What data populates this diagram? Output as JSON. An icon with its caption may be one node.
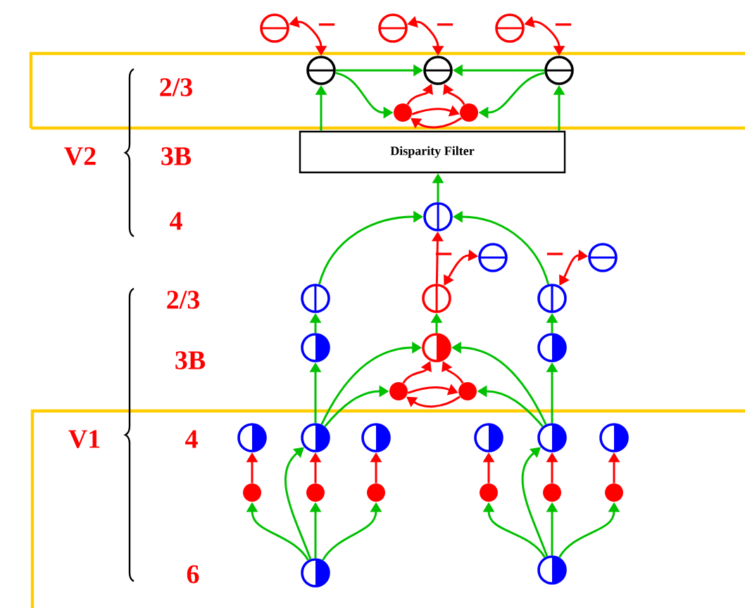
{
  "diagram": {
    "nodes": [
      {
        "text": [],
        "shape": "circle"
      },
      {
        "text": [],
        "shape": "circle"
      },
      {
        "text": [],
        "shape": "circle"
      },
      {
        "text": [],
        "shape": "circle"
      },
      {
        "text": [],
        "shape": "circle"
      },
      {
        "text": [],
        "shape": "circle"
      },
      {
        "text": [],
        "shape": "circle"
      },
      {
        "text": [],
        "shape": "circle"
      },
      {
        "text": [
          "Disparity Filter"
        ]
      },
      {
        "text": [],
        "shape": "circle"
      },
      {
        "text": [],
        "shape": "circle"
      },
      {
        "text": [],
        "shape": "circle"
      },
      {
        "text": [],
        "shape": "circle"
      },
      {
        "text": [],
        "shape": "circle"
      },
      {
        "text": [],
        "shape": "circle"
      },
      {
        "text": [],
        "shape": "circle"
      },
      {
        "text": [],
        "shape": "circle"
      },
      {
        "text": [],
        "shape": "circle"
      },
      {
        "text": [],
        "shape": "circle"
      },
      {
        "text": [],
        "shape": "circle"
      },
      {
        "text": [],
        "shape": "circle"
      },
      {
        "text": [],
        "shape": "circle"
      },
      {
        "text": [],
        "shape": "circle"
      },
      {
        "text": [],
        "shape": "circle"
      },
      {
        "text": [],
        "shape": "circle"
      },
      {
        "text": [],
        "shape": "circle"
      },
      {
        "text": [],
        "shape": "circle"
      },
      {
        "text": [],
        "shape": "circle"
      },
      {
        "text": [],
        "shape": "circle"
      },
      {
        "text": [],
        "shape": "circle"
      },
      {
        "text": [],
        "shape": "circle"
      },
      {
        "text": [],
        "shape": "circle"
      },
      {
        "text": [],
        "shape": "circle"
      },
      {
        "text": [],
        "shape": "circle"
      }
    ],
    "edges": [
      {
        "from": 5,
        "to": 0,
        "arrow": "both",
        "label": "−",
        "color": "#ff0000"
      },
      {
        "from": 6,
        "to": 1,
        "arrow": "both",
        "label": "−",
        "color": "#ff0000"
      },
      {
        "from": 7,
        "to": 2,
        "arrow": "both",
        "label": "−",
        "color": "#ff0000"
      },
      {
        "from": 0,
        "to": 1,
        "arrow": "to"
      },
      {
        "from": 2,
        "to": 1,
        "arrow": "to"
      },
      {
        "from": 0,
        "to": 3,
        "arrow": "to"
      },
      {
        "from": 2,
        "to": 4,
        "arrow": "to"
      },
      {
        "from": 3,
        "to": 1,
        "arrow": "to",
        "color": "#ff0000"
      },
      {
        "from": 4,
        "to": 1,
        "arrow": "to",
        "color": "#ff0000"
      },
      {
        "from": 3,
        "to": 4,
        "arrow": "to",
        "color": "#ff0000"
      },
      {
        "from": 4,
        "to": 3,
        "arrow": "to",
        "color": "#ff0000"
      },
      {
        "from": 8,
        "to": 0,
        "arrow": "to"
      },
      {
        "from": 8,
        "to": 2,
        "arrow": "to"
      },
      {
        "from": 9,
        "to": 8,
        "arrow": "to"
      },
      {
        "from": 10,
        "to": 9,
        "arrow": "to"
      },
      {
        "from": 12,
        "to": 9,
        "arrow": "to"
      },
      {
        "from": 11,
        "to": 9,
        "arrow": "to",
        "color": "#ff0000"
      },
      {
        "from": 13,
        "to": 11,
        "arrow": "both",
        "label": "−",
        "color": "#ff0000"
      },
      {
        "from": 14,
        "to": 12,
        "arrow": "both",
        "label": "−",
        "color": "#ff0000"
      },
      {
        "from": 15,
        "to": 10,
        "arrow": "to"
      },
      {
        "from": 16,
        "to": 11,
        "arrow": "to"
      },
      {
        "from": 17,
        "to": 12,
        "arrow": "to"
      },
      {
        "from": 21,
        "to": 15,
        "arrow": "to"
      },
      {
        "from": 24,
        "to": 17,
        "arrow": "to"
      },
      {
        "from": 21,
        "to": 16,
        "arrow": "to"
      },
      {
        "from": 24,
        "to": 16,
        "arrow": "to"
      },
      {
        "from": 21,
        "to": 18,
        "arrow": "to"
      },
      {
        "from": 24,
        "to": 19,
        "arrow": "to"
      },
      {
        "from": 18,
        "to": 16,
        "arrow": "to",
        "color": "#ff0000"
      },
      {
        "from": 19,
        "to": 16,
        "arrow": "to",
        "color": "#ff0000"
      },
      {
        "from": 18,
        "to": 19,
        "arrow": "to",
        "color": "#ff0000"
      },
      {
        "from": 19,
        "to": 18,
        "arrow": "to",
        "color": "#ff0000"
      },
      {
        "from": 26,
        "to": 20,
        "arrow": "to",
        "color": "#ff0000"
      },
      {
        "from": 27,
        "to": 21,
        "arrow": "to",
        "color": "#ff0000"
      },
      {
        "from": 28,
        "to": 22,
        "arrow": "to",
        "color": "#ff0000"
      },
      {
        "from": 29,
        "to": 23,
        "arrow": "to",
        "color": "#ff0000"
      },
      {
        "from": 30,
        "to": 24,
        "arrow": "to",
        "color": "#ff0000"
      },
      {
        "from": 31,
        "to": 25,
        "arrow": "to",
        "color": "#ff0000"
      },
      {
        "from": 32,
        "to": 26,
        "arrow": "to"
      },
      {
        "from": 32,
        "to": 27,
        "arrow": "to"
      },
      {
        "from": 32,
        "to": 28,
        "arrow": "to"
      },
      {
        "from": 32,
        "to": 21,
        "arrow": "to"
      },
      {
        "from": 33,
        "to": 29,
        "arrow": "to"
      },
      {
        "from": 33,
        "to": 30,
        "arrow": "to"
      },
      {
        "from": 33,
        "to": 31,
        "arrow": "to"
      },
      {
        "from": 33,
        "to": 24,
        "arrow": "to"
      }
    ],
    "labels": [
      "2/3",
      "V2",
      "3B",
      "4",
      "2/3",
      "3B",
      "V1",
      "4",
      "6"
    ]
  }
}
